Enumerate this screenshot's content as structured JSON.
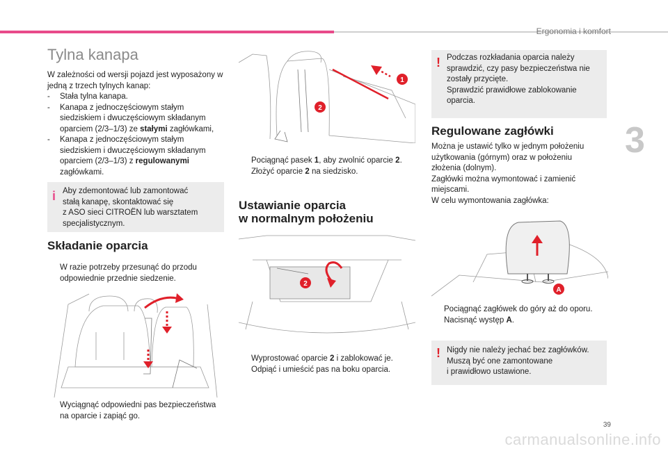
{
  "header": {
    "section": "Ergonomia i komfort",
    "chapter": "3",
    "page": "39"
  },
  "watermark": "carmanualsonline.info",
  "col1": {
    "title": "Tylna kanapa",
    "intro": "W zależności od wersji pojazd jest wyposażony w jedną z trzech tylnych kanap:",
    "list": [
      {
        "dash": "-",
        "text": "Stała tylna kanapa."
      },
      {
        "dash": "-",
        "lines": [
          "Kanapa z jednoczęściowym stałym",
          "siedziskiem i dwuczęściowym składanym",
          "oparciem (2/3–1/3) ze "
        ],
        "bold": "stałymi",
        "after": " zagłówkami,"
      },
      {
        "dash": "-",
        "lines": [
          "Kanapa z jednoczęściowym stałym",
          "siedziskiem i dwuczęściowym składanym",
          "oparciem (2/3–1/3) z "
        ],
        "bold": "regulowanymi",
        "after": "zagłówkami."
      }
    ],
    "info_icon": "i",
    "info_lines": [
      "Aby zdemontować lub zamontować",
      "stałą kanapę, skontaktować się",
      "z ASO sieci CITROËN lub warsztatem",
      "specjalistycznym."
    ],
    "section_title": "Składanie oparcia",
    "step1": [
      "W razie potrzeby przesunąć do przodu",
      "odpowiednie przednie siedzenie."
    ],
    "step2": [
      "Wyciągnąć odpowiedni pas bezpieczeństwa",
      "na oparcie i zapiąć go."
    ]
  },
  "col2": {
    "step1_a": "Pociągnąć pasek ",
    "step1_b1": "1",
    "step1_c": ", aby zwolnić oparcie ",
    "step1_b2": "2",
    "step1_d": ".",
    "step2_a": "Złożyć oparcie ",
    "step2_b": "2",
    "step2_c": " na siedzisko.",
    "section_title_1": "Ustawianie oparcia",
    "section_title_2": "w normalnym położeniu",
    "step3_a": "Wyprostować oparcie ",
    "step3_b": "2",
    "step3_c": " i zablokować je.",
    "step4": "Odpiąć i umieścić pas na boku oparcia.",
    "label_1": "1",
    "label_2": "2",
    "label_2b": "2"
  },
  "col3": {
    "warn_icon": "!",
    "warn1": [
      "Podczas rozkładania oparcia należy",
      "sprawdzić, czy pasy bezpieczeństwa nie",
      "zostały przycięte.",
      "Sprawdzić prawidłowe zablokowanie",
      "oparcia."
    ],
    "section_title": "Regulowane zagłówki",
    "para": [
      "Można je ustawić tylko w jednym położeniu",
      "użytkowania (górnym) oraz w położeniu",
      "złożenia (dolnym).",
      "Zagłówki można wymontować i zamienić",
      "miejscami.",
      "W celu wymontowania zagłówka:"
    ],
    "step1": "Pociągnąć zagłówek do góry aż do oporu.",
    "step2_a": "Nacisnąć występ ",
    "step2_b": "A",
    "step2_c": ".",
    "label_A": "A",
    "warn2": [
      "Nigdy nie należy jechać bez zagłówków.",
      "Muszą być one zamontowane",
      "i prawidłowo ustawione."
    ]
  },
  "bullet": "",
  "colors": {
    "accent": "#e84a8a",
    "red": "#e0202a",
    "box": "#ececec"
  }
}
